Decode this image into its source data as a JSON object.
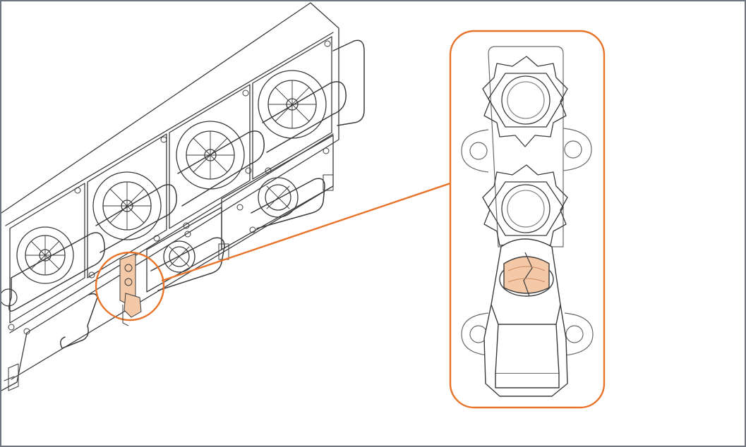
{
  "figure": {
    "subject": "rear-chassis-psu-ground-lug-detail",
    "colors": {
      "line": "#3b3b3b",
      "line_light": "#8a8a8a",
      "highlight": "#e8742a",
      "highlight_fill": "#f3c9a8",
      "frame": "#6f7680"
    },
    "icons": [
      "fan-module",
      "psu-handle",
      "ground-lug",
      "hex-nut",
      "callout-circle",
      "callout-detail"
    ]
  }
}
